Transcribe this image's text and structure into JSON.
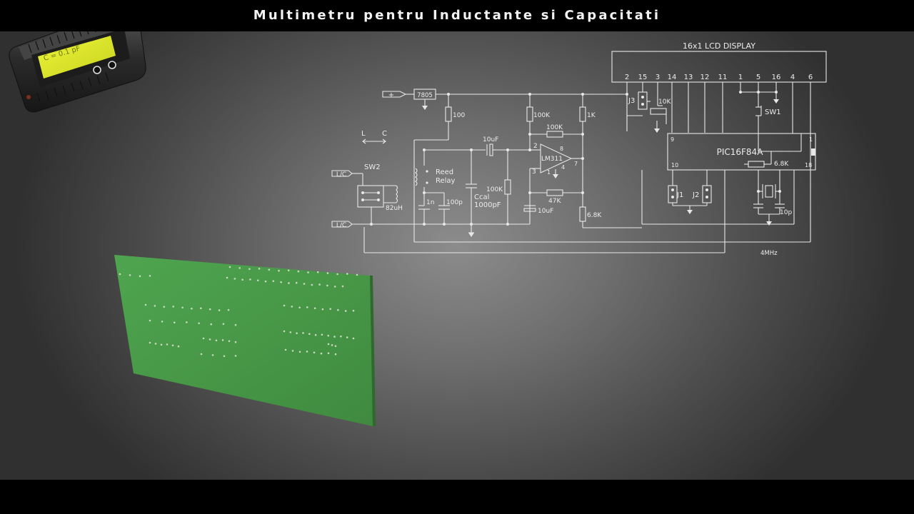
{
  "header": {
    "title": "Multimetru pentru Inductante si Capacitati"
  },
  "device": {
    "lcd_text": "C =    0.1 pF"
  },
  "schematic": {
    "display_title": "16x1 LCD DISPLAY",
    "display_pins": [
      "2",
      "15",
      "3",
      "14",
      "13",
      "12",
      "11",
      "1",
      "5",
      "16",
      "4",
      "6"
    ],
    "mcu_label": "PIC16F84A",
    "mcu_pins": {
      "p9": "9",
      "p10": "10",
      "p1": "1",
      "p18": "18"
    },
    "comparator_label": "LM311",
    "comparator_pins": {
      "p2": "2",
      "p3": "3",
      "p8": "8",
      "p7": "7",
      "p4": "4",
      "p1": "1"
    },
    "regulator_label": "7805",
    "plus_label": "+",
    "lc_label": "L/C",
    "switch_sw2": "SW2",
    "switch_sw1": "SW1",
    "direction_l": "L",
    "direction_c": "C",
    "reed_relay": [
      "Reed",
      "Relay"
    ],
    "inductor_label": "82uH",
    "ccal": [
      "Ccal",
      "1000pF"
    ],
    "jumpers": {
      "j1": "J1",
      "j2": "J2",
      "j3": "J3"
    },
    "crystal_label": "4MHz",
    "components": {
      "r100": "100",
      "r100k_top": "100K",
      "r1k": "1K",
      "r100k_fb": "100K",
      "c10uf_top": "10uF",
      "r100k_mid": "100K",
      "c1n": "1n",
      "c100p": "100p",
      "r47k": "47K",
      "c10uf_bot": "10uF",
      "r6k8_left": "6.8K",
      "r6k8_right": "6.8K",
      "pot10k": "10K",
      "c10p": "10p"
    }
  },
  "colors": {
    "wire": "#e8e8e8",
    "pcb": "#4a9a4a",
    "lcd": "#e4ee2a",
    "background": "#6e6e6e"
  }
}
